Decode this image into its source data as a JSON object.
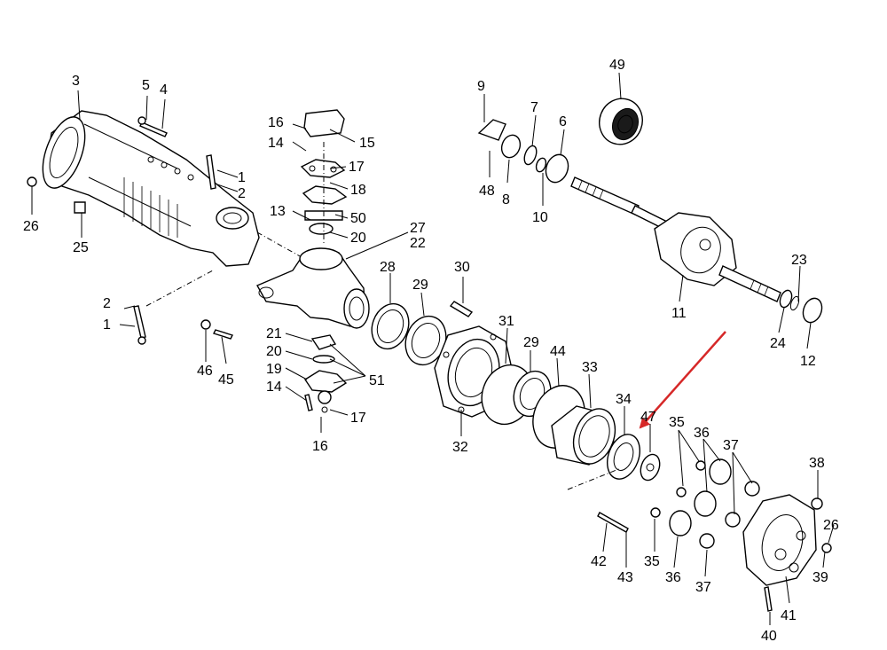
{
  "labels": [
    "1",
    "1",
    "2",
    "2",
    "3",
    "4",
    "5",
    "6",
    "7",
    "8",
    "9",
    "10",
    "11",
    "12",
    "13",
    "14",
    "14",
    "15",
    "16",
    "16",
    "17",
    "17",
    "18",
    "19",
    "20",
    "20",
    "21",
    "22",
    "23",
    "24",
    "25",
    "26",
    "26",
    "27",
    "28",
    "29",
    "29",
    "30",
    "31",
    "32",
    "33",
    "34",
    "35",
    "35",
    "36",
    "36",
    "37",
    "37",
    "38",
    "39",
    "40",
    "41",
    "42",
    "43",
    "44",
    "45",
    "46",
    "47",
    "48",
    "49",
    "50",
    "51"
  ],
  "colors": {
    "arrow": "#d62828",
    "line": "#000000",
    "background": "#ffffff"
  }
}
